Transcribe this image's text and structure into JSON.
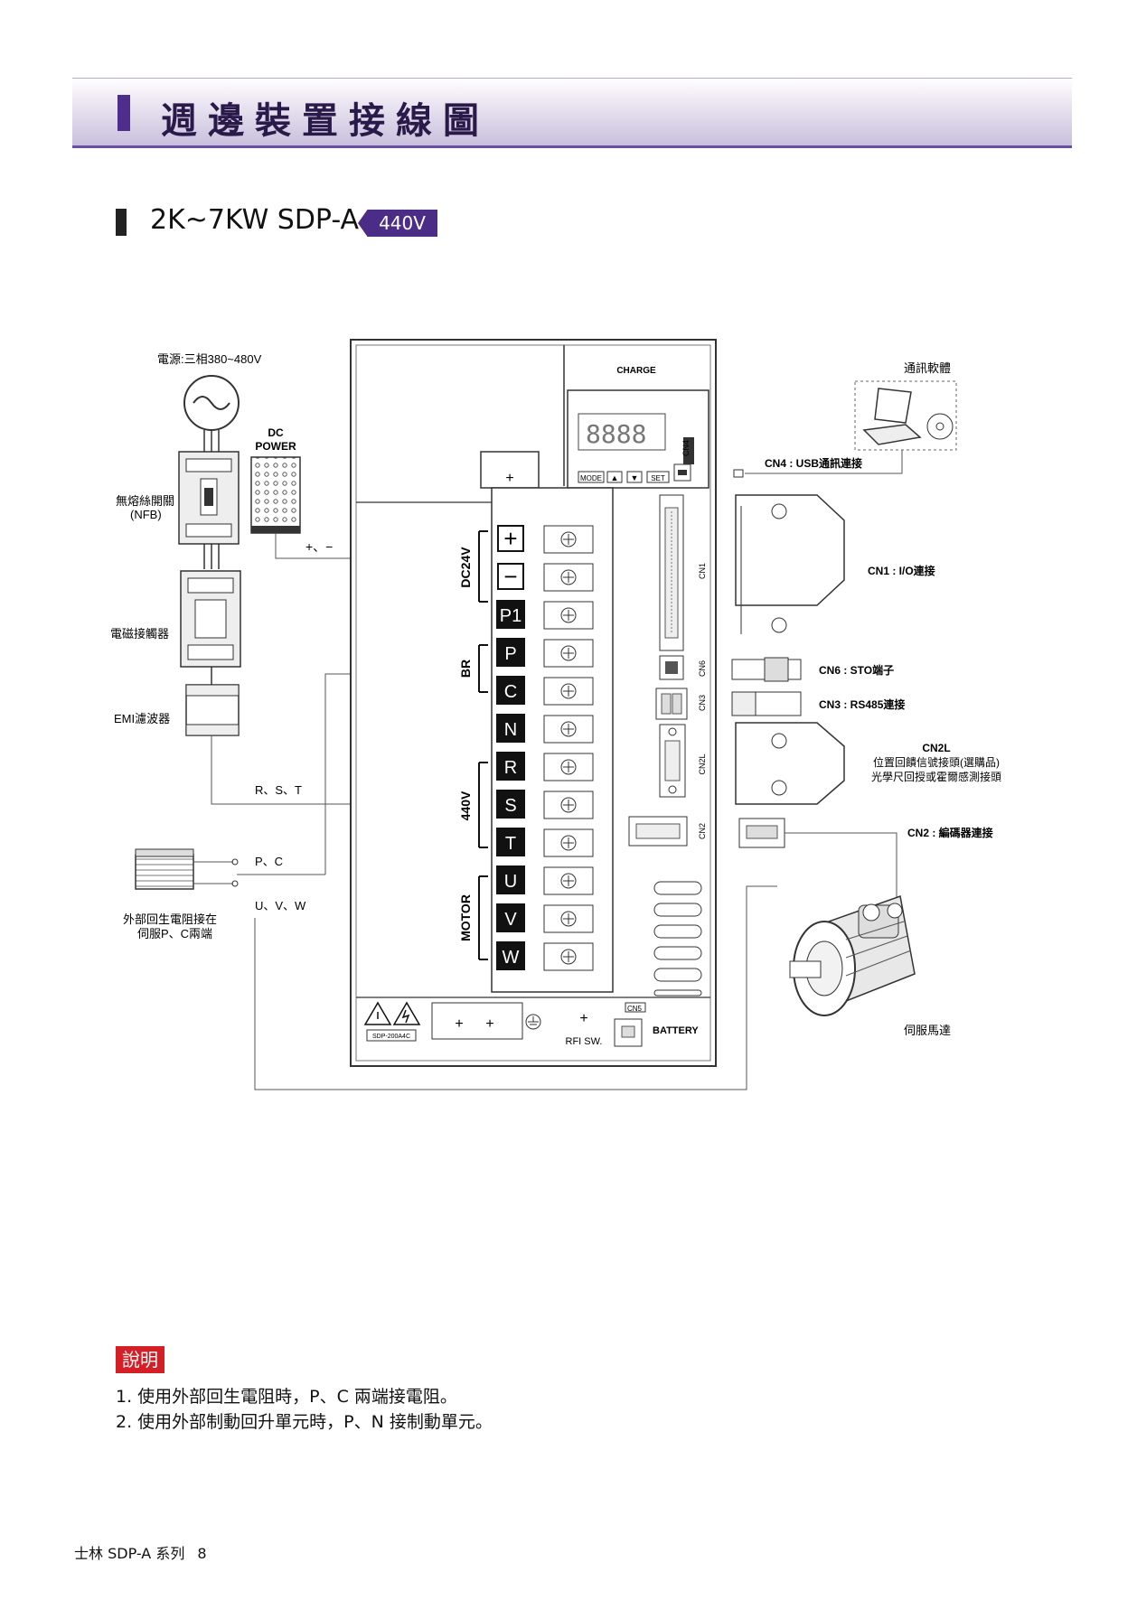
{
  "header": {
    "title": "週邊裝置接線圖"
  },
  "subtitle": {
    "model": "2K~7KW SDP-A",
    "voltage_badge": "440V"
  },
  "diagram": {
    "power_source": "電源:三相380~480V",
    "dc_power": [
      "DC",
      "POWER"
    ],
    "nfb": [
      "無熔絲開關",
      "(NFB)"
    ],
    "contactor": "電磁接觸器",
    "emi": "EMI濾波器",
    "regen": [
      "外部回生電阻接在",
      "伺服P、C兩端"
    ],
    "plus_minus": "+、−",
    "rst": "R、S、T",
    "pc": "P、C",
    "uvw": "U、V、W",
    "charge": "CHARGE",
    "panel_buttons": [
      "MODE",
      "▲",
      "▼",
      "SET"
    ],
    "terminal_groups": [
      "DC24V",
      "BR",
      "440V",
      "MOTOR"
    ],
    "terminals": [
      "+",
      "−",
      "P1",
      "P",
      "C",
      "N",
      "R",
      "S",
      "T",
      "U",
      "V",
      "W"
    ],
    "connector_labels": [
      "CN4",
      "CN1",
      "CN6",
      "CN3",
      "CN2L",
      "CN2",
      "CN5"
    ],
    "model_plate": "SDP-200A4C",
    "rfi": "RFI SW.",
    "battery": "BATTERY",
    "software": "通訊軟體",
    "cn4_desc": "CN4 : USB通訊連接",
    "cn1_desc": "CN1 : I/O連接",
    "cn6_desc": "CN6 : STO端子",
    "cn3_desc": "CN3 : RS485連接",
    "cn2l_title": "CN2L",
    "cn2l_desc": [
      "位置回饋信號接頭(選購品)",
      "光學尺回授或霍爾感測接頭"
    ],
    "cn2_desc": "CN2 : 編碼器連接",
    "motor": "伺服馬達"
  },
  "notes": {
    "label": "說明",
    "items": [
      "1. 使用外部回生電阻時，P、C 兩端接電阻。",
      "2. 使用外部制動回升單元時，P、N 接制動單元。"
    ]
  },
  "footer": {
    "series": "士林 SDP-A 系列",
    "page": "8"
  }
}
